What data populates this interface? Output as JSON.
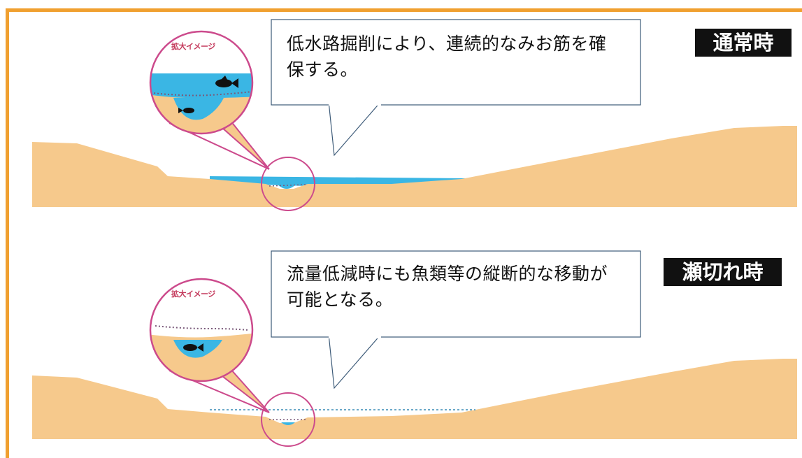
{
  "panels": [
    {
      "state_label": "通常時",
      "zoom_label": "拡大イメージ",
      "callout": "低水路掘削により、連続的なみお筋を確保する。"
    },
    {
      "state_label": "瀬切れ時",
      "zoom_label": "拡大イメージ",
      "callout": "流量低減時にも魚類等の縦断的な移動が可能となる。"
    }
  ],
  "colors": {
    "frame": "#f0a030",
    "ground": "#f6c98c",
    "water": "#3ab6e4",
    "magnifier": "#cc4a8c",
    "badge": "#111111"
  },
  "icons": [
    "fish-icon",
    "magnifier-circle"
  ]
}
